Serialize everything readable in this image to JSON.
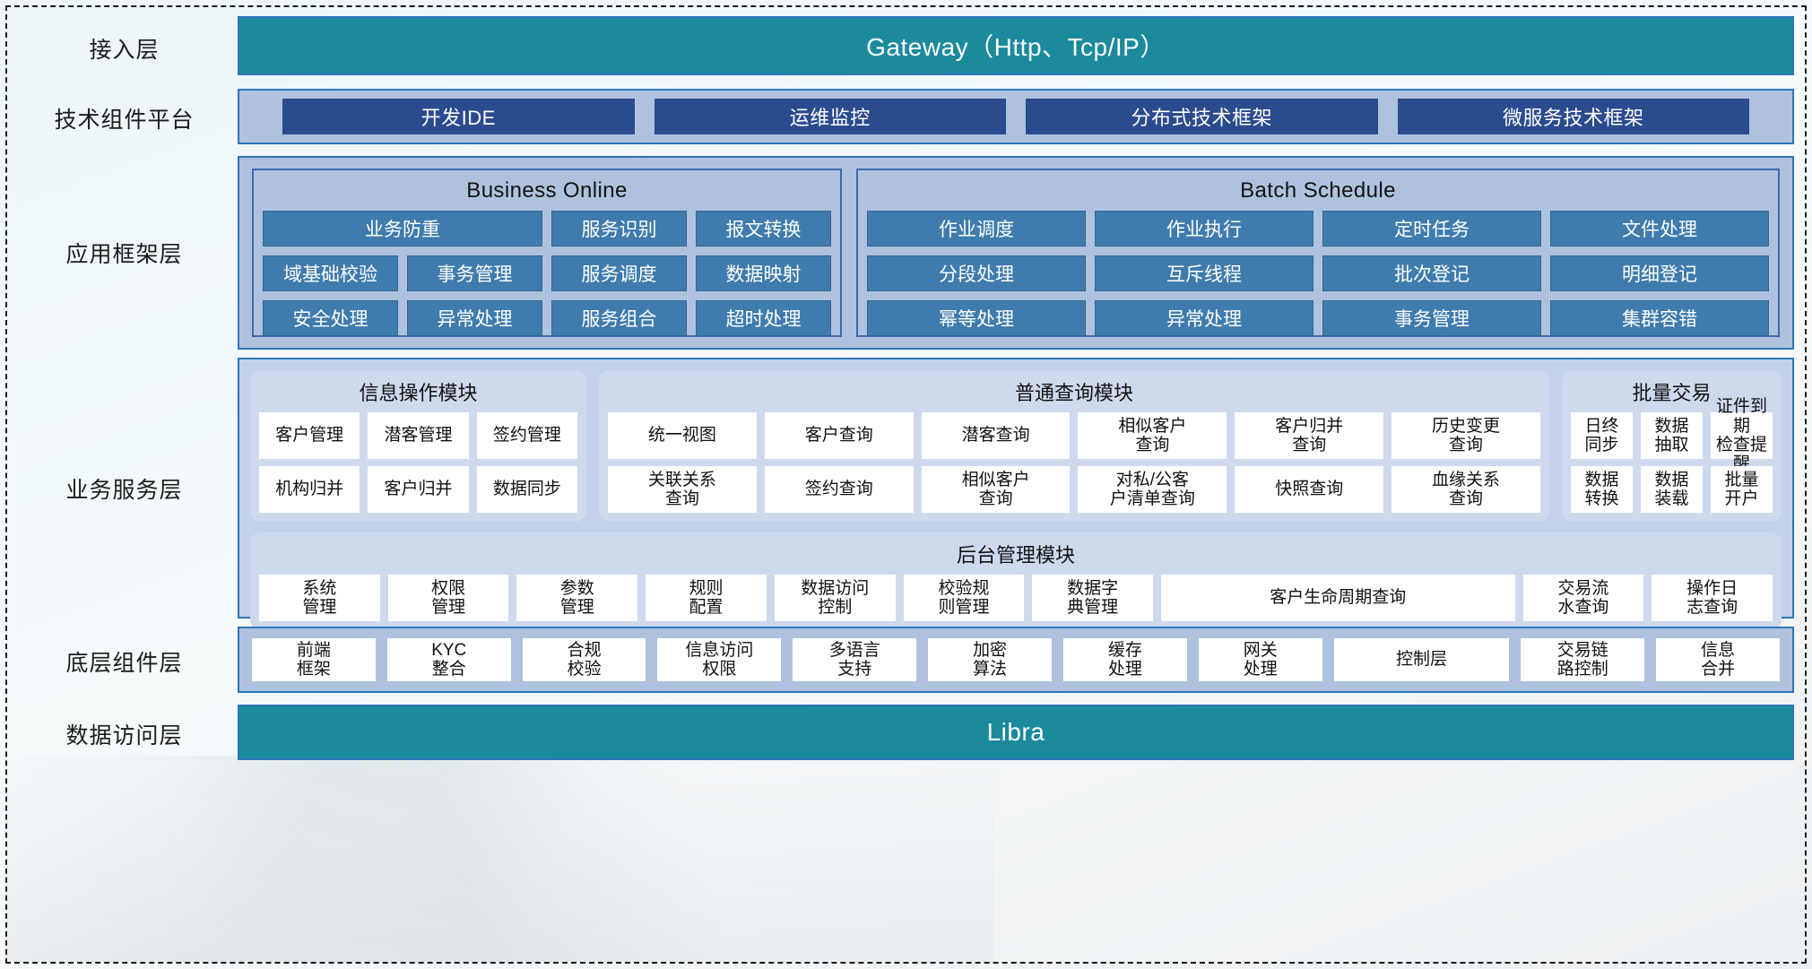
{
  "layers": [
    {
      "label": "接入层"
    },
    {
      "label": "技术组件平台"
    },
    {
      "label": "应用框架层"
    },
    {
      "label": "业务服务层"
    },
    {
      "label": "底层组件层"
    },
    {
      "label": "数据访问层"
    }
  ],
  "access_layer": {
    "title": "Gateway（Http、Tcp/IP）"
  },
  "tech_platform": {
    "items": [
      "开发IDE",
      "运维监控",
      "分布式技术框架",
      "微服务技术框架"
    ]
  },
  "app_framework": {
    "groups": [
      {
        "title": "Business Online",
        "rows": [
          [
            "业务防重",
            "服务识别",
            "报文转换"
          ],
          [
            "域基础校验",
            "事务管理",
            "服务调度",
            "数据映射"
          ],
          [
            "安全处理",
            "异常处理",
            "服务组合",
            "超时处理"
          ]
        ]
      },
      {
        "title": "Batch Schedule",
        "rows": [
          [
            "作业调度",
            "作业执行",
            "定时任务",
            "文件处理"
          ],
          [
            "分段处理",
            "互斥线程",
            "批次登记",
            "明细登记"
          ],
          [
            "幂等处理",
            "异常处理",
            "事务管理",
            "集群容错"
          ]
        ]
      }
    ]
  },
  "business_service": {
    "top_groups": [
      {
        "title": "信息操作模块",
        "rows": [
          [
            "客户管理",
            "潜客管理",
            "签约管理"
          ],
          [
            "机构归并",
            "客户归并",
            "数据同步"
          ]
        ]
      },
      {
        "title": "普通查询模块",
        "rows": [
          [
            "统一视图",
            "客户查询",
            "潜客查询",
            "相似客户\n查询",
            "客户归并\n查询",
            "历史变更\n查询"
          ],
          [
            "关联关系\n查询",
            "签约查询",
            "相似客户\n查询",
            "对私/公客\n户清单查询",
            "快照查询",
            "血缘关系\n查询"
          ]
        ]
      },
      {
        "title": "批量交易",
        "rows": [
          [
            "日终\n同步",
            "数据\n抽取",
            "证件到期\n检查提醒"
          ],
          [
            "数据\n转换",
            "数据\n装载",
            "批量\n开户"
          ]
        ]
      }
    ],
    "admin_group": {
      "title": "后台管理模块",
      "items": [
        "系统\n管理",
        "权限\n管理",
        "参数\n管理",
        "规则\n配置",
        "数据访问\n控制",
        "校验规\n则管理",
        "数据字\n典管理",
        "客户生命周期查询",
        "交易流\n水查询",
        "操作日\n志查询"
      ]
    }
  },
  "bottom_components": {
    "items": [
      "前端\n框架",
      "KYC\n整合",
      "合规\n校验",
      "信息访问\n权限",
      "多语言\n支持",
      "加密\n算法",
      "缓存\n处理",
      "网关\n处理",
      "控制层",
      "交易链\n路控制",
      "信息\n合并"
    ]
  },
  "data_layer": {
    "title": "Libra"
  },
  "colors": {
    "teal": "#1b8a9c",
    "band_blue": "#aec2de",
    "chip_navy": "#2b4b8f",
    "frame_cell": "#3f7cad",
    "biz_band": "#c4d2e9",
    "biz_group": "#cfd9ee",
    "border_blue": "#2e75b6"
  }
}
